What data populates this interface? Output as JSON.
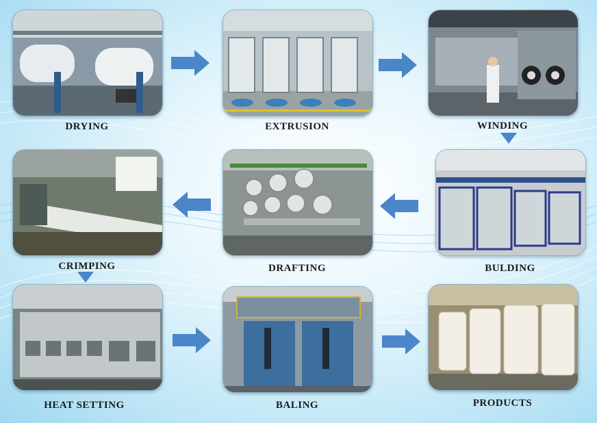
{
  "steps": [
    {
      "id": "drying",
      "label": "DRYING"
    },
    {
      "id": "extrusion",
      "label": "EXTRUSION"
    },
    {
      "id": "winding",
      "label": "WINDING"
    },
    {
      "id": "building",
      "label": "BULDING"
    },
    {
      "id": "drafting",
      "label": "DRAFTING"
    },
    {
      "id": "crimping",
      "label": "CRIMPING"
    },
    {
      "id": "heat-setting",
      "label": "HEAT SETTING"
    },
    {
      "id": "baling",
      "label": "BALING"
    },
    {
      "id": "products",
      "label": "PRODUCTS"
    }
  ],
  "colors": {
    "arrow": "#4a86c8",
    "label": "#1b1b1b"
  }
}
